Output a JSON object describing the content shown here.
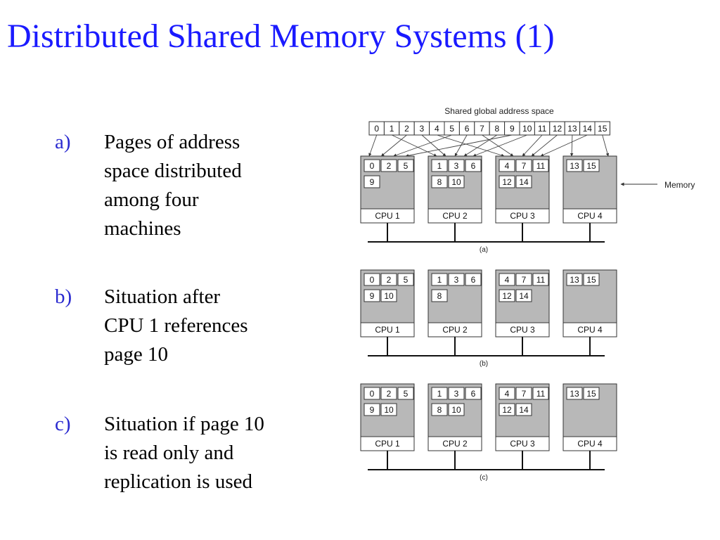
{
  "slide": {
    "title": "Distributed Shared Memory Systems (1)"
  },
  "bullets": [
    {
      "marker": "a)",
      "lines": [
        "Pages of address",
        "space distributed",
        "among four",
        "machines"
      ]
    },
    {
      "marker": "b)",
      "lines": [
        "Situation after",
        "CPU 1 references",
        "page 10"
      ]
    },
    {
      "marker": "c)",
      "lines": [
        "Situation if page 10",
        "is read only and",
        "replication is used"
      ]
    }
  ],
  "diagram": {
    "address_space_label": "Shared global address space",
    "pages": [
      "0",
      "1",
      "2",
      "3",
      "4",
      "5",
      "6",
      "7",
      "8",
      "9",
      "10",
      "11",
      "12",
      "13",
      "14",
      "15"
    ],
    "memory_label": "Memory",
    "cpu_labels": [
      "CPU 1",
      "CPU 2",
      "CPU 3",
      "CPU 4"
    ],
    "panels": [
      {
        "caption": "(a)",
        "machines": [
          [
            [
              "0",
              "2",
              "5"
            ],
            [
              "9"
            ]
          ],
          [
            [
              "1",
              "3",
              "6"
            ],
            [
              "8",
              "10"
            ]
          ],
          [
            [
              "4",
              "7",
              "11"
            ],
            [
              "12",
              "14"
            ]
          ],
          [
            [
              "13",
              "15"
            ]
          ]
        ]
      },
      {
        "caption": "(b)",
        "machines": [
          [
            [
              "0",
              "2",
              "5"
            ],
            [
              "9",
              "10"
            ]
          ],
          [
            [
              "1",
              "3",
              "6"
            ],
            [
              "8"
            ]
          ],
          [
            [
              "4",
              "7",
              "11"
            ],
            [
              "12",
              "14"
            ]
          ],
          [
            [
              "13",
              "15"
            ]
          ]
        ]
      },
      {
        "caption": "(c)",
        "machines": [
          [
            [
              "0",
              "2",
              "5"
            ],
            [
              "9",
              "10"
            ]
          ],
          [
            [
              "1",
              "3",
              "6"
            ],
            [
              "8",
              "10"
            ]
          ],
          [
            [
              "4",
              "7",
              "11"
            ],
            [
              "12",
              "14"
            ]
          ],
          [
            [
              "13",
              "15"
            ]
          ]
        ]
      }
    ]
  },
  "colors": {
    "title": "#1a1aff",
    "marker": "#2a2ad0",
    "memory_fill": "#b8b8b8"
  }
}
